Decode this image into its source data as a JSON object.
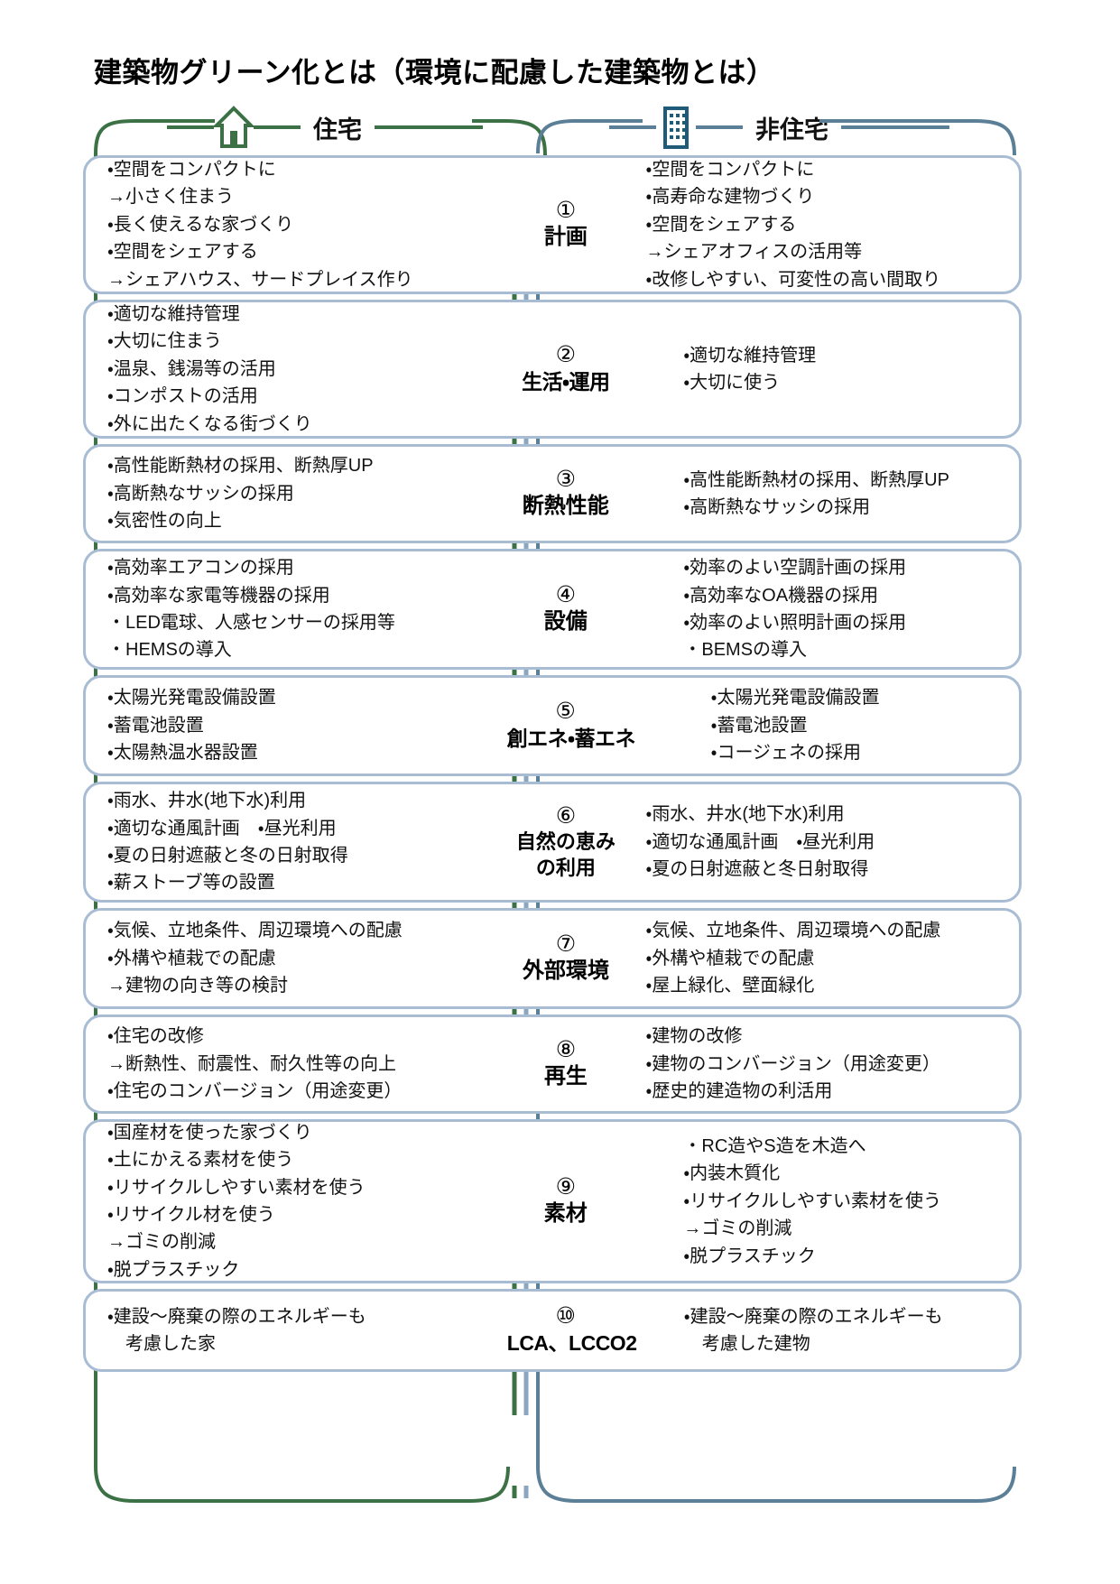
{
  "title": "建築物グリーン化とは（環境に配慮した建築物とは）",
  "columns": {
    "residential": {
      "label": "住宅",
      "icon": "house-icon",
      "color": "#3c7145"
    },
    "nonresidential": {
      "label": "非住宅",
      "icon": "office-building-icon",
      "color": "#5b7f96"
    }
  },
  "stages": [
    {
      "number": "①",
      "name": "計画",
      "residential": [
        "・空間をコンパクトに",
        "→小さく住まう",
        "・長く使えるな家づくり",
        "・空間をシェアする",
        "→シェアハウス、サードプレイス作り"
      ],
      "nonresidential": [
        "・空間をコンパクトに",
        "・高寿命な建物づくり",
        "・空間をシェアする",
        "→シェアオフィスの活用等",
        "・改修しやすい、可変性の高い間取り"
      ]
    },
    {
      "number": "②",
      "name": "生活・運用",
      "residential": [
        "・適切な維持管理",
        "・大切に住まう",
        "・温泉、銭湯等の活用",
        "・コンポストの活用",
        "・外に出たくなる街づくり"
      ],
      "nonresidential": [
        "・適切な維持管理",
        "・大切に使う"
      ]
    },
    {
      "number": "③",
      "name": "断熱性能",
      "residential": [
        "・高性能断熱材の採用、断熱厚UP",
        "・高断熱なサッシの採用",
        "・気密性の向上"
      ],
      "nonresidential": [
        "・高性能断熱材の採用、断熱厚UP",
        "・高断熱なサッシの採用"
      ]
    },
    {
      "number": "④",
      "name": "設備",
      "residential": [
        "・高効率エアコンの採用",
        "・高効率な家電等機器の採用",
        "・LED電球、人感センサーの採用等",
        "・HEMSの導入"
      ],
      "nonresidential": [
        "・効率のよい空調計画の採用",
        "・高効率なOA機器の採用",
        "・効率のよい照明計画の採用",
        "・BEMSの導入"
      ]
    },
    {
      "number": "⑤",
      "name": "創エネ・蓄エネ",
      "residential": [
        "・太陽光発電設備設置",
        "・蓄電池設置",
        "・太陽熱温水器設置"
      ],
      "nonresidential": [
        "・太陽光発電設備設置",
        "・蓄電池設置",
        "・コージェネの採用"
      ]
    },
    {
      "number": "⑥",
      "name": "自然の恵み",
      "name2": "の利用",
      "residential": [
        "・雨水、井水(地下水)利用",
        "・適切な通風計画　・昼光利用",
        "・夏の日射遮蔽と冬の日射取得",
        "・薪ストーブ等の設置"
      ],
      "nonresidential": [
        "・雨水、井水(地下水)利用",
        "・適切な通風計画　・昼光利用",
        "・夏の日射遮蔽と冬日射取得"
      ]
    },
    {
      "number": "⑦",
      "name": "外部環境",
      "residential": [
        "・気候、立地条件、周辺環境への配慮",
        "・外構や植栽での配慮",
        "→建物の向き等の検討"
      ],
      "nonresidential": [
        "・気候、立地条件、周辺環境への配慮",
        "・外構や植栽での配慮",
        "・屋上緑化、壁面緑化"
      ]
    },
    {
      "number": "⑧",
      "name": "再生",
      "residential": [
        "・住宅の改修",
        "→断熱性、耐震性、耐久性等の向上",
        "・住宅のコンバージョン（用途変更）"
      ],
      "nonresidential": [
        "・建物の改修",
        "・建物のコンバージョン（用途変更）",
        "・歴史的建造物の利活用"
      ]
    },
    {
      "number": "⑨",
      "name": "素材",
      "residential": [
        "・国産材を使った家づくり",
        "・土にかえる素材を使う",
        "・リサイクルしやすい素材を使う",
        "・リサイクル材を使う",
        "→ゴミの削減",
        "・脱プラスチック"
      ],
      "nonresidential": [
        "・RC造やS造を木造へ",
        "・内装木質化",
        "・リサイクルしやすい素材を使う",
        "→ゴミの削減",
        "・脱プラスチック"
      ]
    },
    {
      "number": "⑩",
      "name": "LCA、LCCO2",
      "residential": [
        "・建設～廃棄の際のエネルギーも",
        "　考慮した家"
      ],
      "nonresidential": [
        "・建設～廃棄の際のエネルギーも",
        "　考慮した建物"
      ]
    }
  ]
}
